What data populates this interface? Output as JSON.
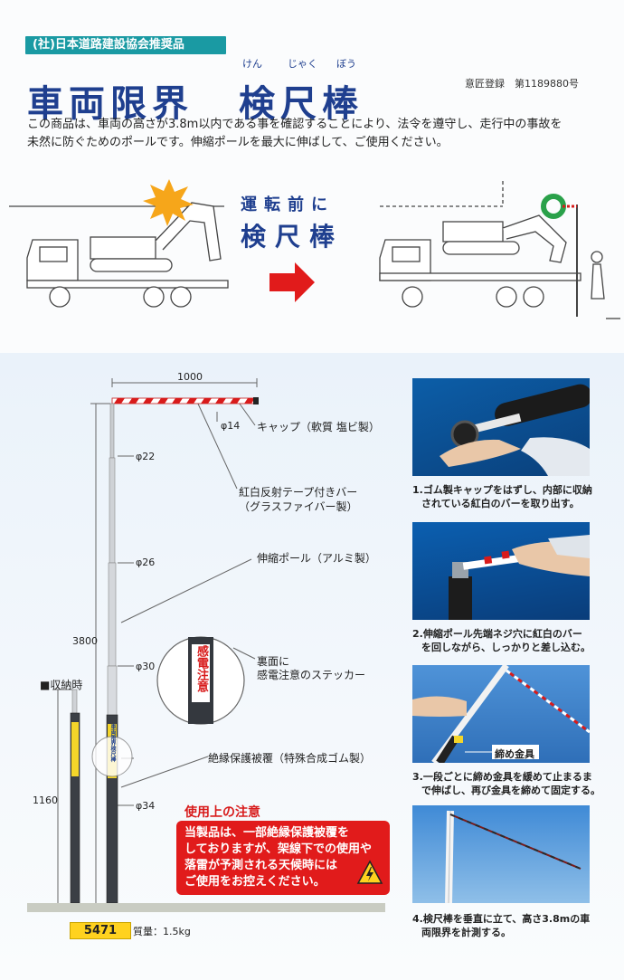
{
  "header": {
    "recommend_tag": "(社)日本道路建設協会推奨品",
    "title_main": "車両限界",
    "title_sub": "検尺棒",
    "ruby": [
      "けん",
      "じゃく",
      "ぼう"
    ],
    "design_reg": "意匠登録　第1189880号",
    "description_lines": [
      "この商品は、車両の高さが3.8m以内である事を確認することにより、法令を遵守し、走行中の事故を",
      "未然に防ぐためのポールです。伸縮ポールを最大に伸ばして、ご使用ください。"
    ]
  },
  "scene": {
    "before_label_1": "運転前に",
    "before_label_2": "検尺棒"
  },
  "diagram": {
    "dim_width": "1000",
    "dim_height": "3800",
    "dim_stored": "1160",
    "stored_label": "■収納時",
    "diameters": [
      "φ14",
      "φ22",
      "φ26",
      "φ30",
      "φ34"
    ],
    "callouts": {
      "cap": "キャップ（軟質 塩ビ製）",
      "bar_1": "紅白反射テープ付きバー",
      "bar_2": "（グラスファイバー製）",
      "pole": "伸縮ポール（アルミ製）",
      "sticker_1": "裏面に",
      "sticker_2": "感電注意のステッカー",
      "insulation": "絶縁保護被覆（特殊合成ゴム製）"
    },
    "sticker_text": "感電注意",
    "pole_sticker_text": "車両限界検尺棒"
  },
  "caution": {
    "title": "使用上の注意",
    "lines": [
      "当製品は、一部絶縁保護被覆を",
      "しておりますが、架線下での使用や",
      "落雷が予測される天候時には",
      "ご使用をお控えください。"
    ]
  },
  "product": {
    "code": "5471",
    "mass": "質量：1.5kg"
  },
  "steps": [
    {
      "line1": "1.ゴム製キャップをはずし、内部に収納",
      "line2": "されている紅白のバーを取り出す。"
    },
    {
      "line1": "2.伸縮ポール先端ネジ穴に紅白のバー",
      "line2": "を回しながら、しっかりと差し込む。"
    },
    {
      "line1": "3.一段ごとに締め金具を緩めて止まるま",
      "line2": "で伸ばし、再び金具を締めて固定する。",
      "photo_label": "締め金具"
    },
    {
      "line1": "4.検尺棒を垂直に立て、高さ3.8mの車",
      "line2": "両限界を計測する。"
    }
  ],
  "colors": {
    "brand_blue": "#1f3f8f",
    "teal": "#1a9aa3",
    "alert_red": "#e11b1b",
    "code_yellow": "#ffd21f"
  }
}
